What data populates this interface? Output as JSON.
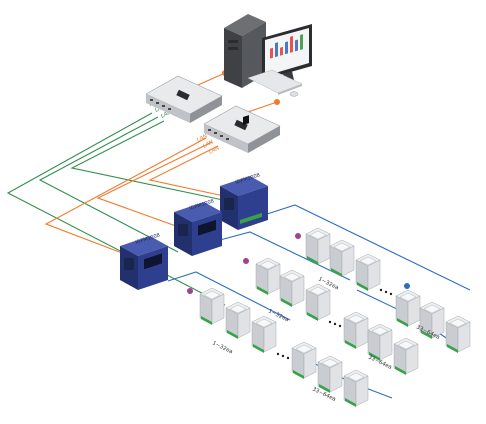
{
  "links": {
    "lan": "LAN"
  },
  "controllers": {
    "model": "IDPM1008"
  },
  "module_groups": {
    "range_1_32": "1~32ea",
    "range_33_64": "33~64ea"
  },
  "colors": {
    "lan_green": "#2f8f4e",
    "link_orange": "#f07a2c",
    "bus_blue": "#2b6fc1",
    "module_gray": "#d7d9dc",
    "controller_navy": "#2e3f8f",
    "terminal_green": "#38a24a",
    "end_purple": "#a2418f"
  }
}
